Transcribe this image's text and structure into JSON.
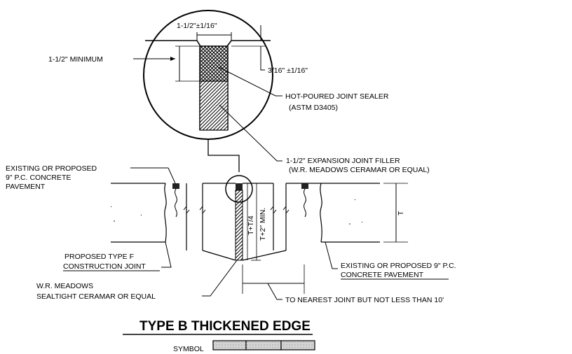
{
  "labels": {
    "top_dimension": "1-1/2\"±1/16\"",
    "minimum": "1-1/2\" MINIMUM",
    "recess": "3/16\" ±1/16\"",
    "sealer_line1": "HOT-POURED JOINT SEALER",
    "sealer_line2": "(ASTM D3405)",
    "filler_line1": "1-1/2\" EXPANSION JOINT FILLER",
    "filler_line2": "(W.R. MEADOWS CERAMAR OR EQUAL)",
    "existing_left_line1": "EXISTING OR PROPOSED",
    "existing_left_line2": "9\" P.C. CONCRETE",
    "existing_left_line3": "PAVEMENT",
    "proposed_type_line1": "PROPOSED TYPE F",
    "proposed_type_line2": "CONSTRUCTION JOINT",
    "meadows_line1": "W.R. MEADOWS",
    "meadows_line2": "SEALTIGHT CERAMAR OR EQUAL",
    "existing_right_line1": "EXISTING OR PROPOSED 9\" P.C.",
    "existing_right_line2": "CONCRETE PAVEMENT",
    "nearest_joint": "TO NEAREST JOINT BUT NOT LESS THAN 10'",
    "t_label": "T",
    "t_plus_quarter": "T+T/4",
    "t_plus_2": "T+2\" MIN.",
    "title": "TYPE B THICKENED EDGE",
    "symbol": "SYMBOL"
  }
}
